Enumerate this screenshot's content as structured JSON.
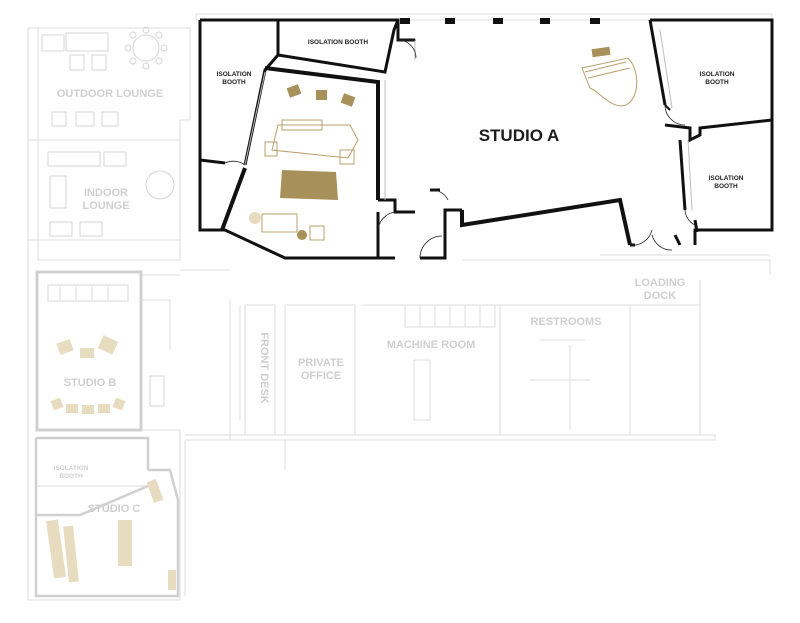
{
  "rooms": {
    "studio_a": "STUDIO A",
    "iso_booth_top": "ISOLATION BOOTH",
    "iso_booth_left_1": "ISOLATION",
    "iso_booth_left_2": "BOOTH",
    "iso_booth_right_top_1": "ISOLATION",
    "iso_booth_right_top_2": "BOOTH",
    "iso_booth_right_bot_1": "ISOLATION",
    "iso_booth_right_bot_2": "BOOTH",
    "outdoor_lounge": "OUTDOOR LOUNGE",
    "indoor_lounge_1": "INDOOR",
    "indoor_lounge_2": "LOUNGE",
    "loading_dock_1": "LOADING",
    "loading_dock_2": "DOCK",
    "restrooms": "RESTROOMS",
    "machine_room": "MACHINE ROOM",
    "private_office_1": "PRIVATE",
    "private_office_2": "OFFICE",
    "front_desk": "FRONT DESK",
    "studio_b": "STUDIO B",
    "studio_c": "STUDIO C",
    "iso_booth_c_1": "ISOLATION",
    "iso_booth_c_2": "BOOTH"
  },
  "colors": {
    "wall_active": "#111111",
    "wall_inactive": "#d0d0d0",
    "furniture_accent": "#a8905a",
    "furniture_accent_light": "#e7dcc0"
  }
}
